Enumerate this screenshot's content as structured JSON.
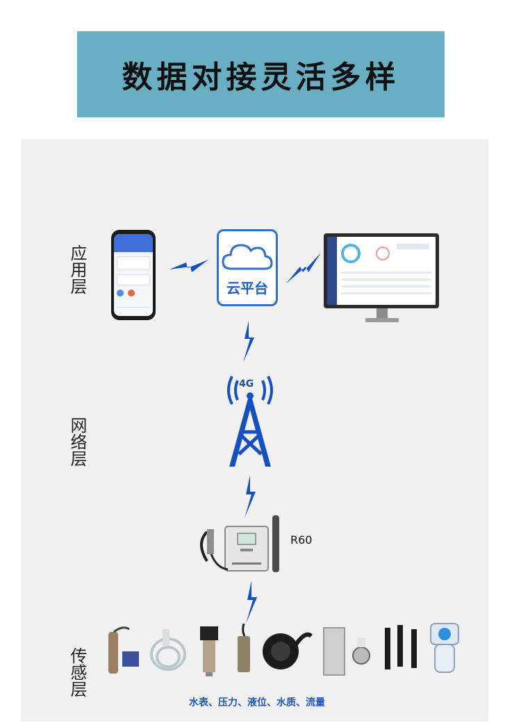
{
  "title": "数据对接灵活多样",
  "layers": {
    "application": "应用层",
    "network": "网络层",
    "sensing": "传感层"
  },
  "cloud_label": "云平台",
  "tower_label": "4G",
  "device_label": "R60",
  "sensors_caption": "水表、压力、液位、水质、流量",
  "colors": {
    "banner": "#69aec2",
    "accent_blue": "#2f6fc7",
    "panel": "#f1f1f1"
  }
}
